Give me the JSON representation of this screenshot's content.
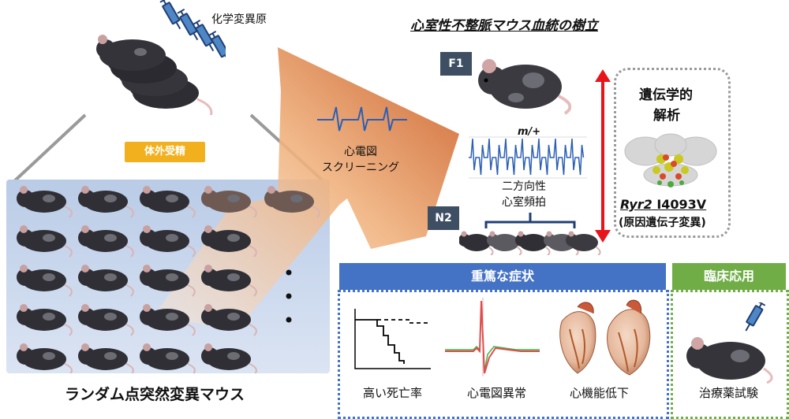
{
  "mutagen_label": "化学変異原",
  "ivf_label": "体外受精",
  "random_mice_caption": "ランダム点突然変異マウス",
  "ecg_screening": {
    "line1": "心電図",
    "line2": "スクリーニング"
  },
  "title": "心室性不整脈マウス血統の樹立",
  "f1_label": "F1",
  "n2_label": "N2",
  "genotype_label": "m/+",
  "arrhythmia": {
    "line1": "二方向性",
    "line2": "心室頻拍"
  },
  "genetic_analysis": {
    "line1": "遺伝学的",
    "line2": "解析"
  },
  "gene_name": "Ryr2",
  "mutation_name": " I4093V",
  "causal_gene": "(原因遺伝子変異)",
  "symptoms_header": "重篤な症状",
  "symptoms": {
    "mortality": "高い死亡率",
    "ecg_abnormal": "心電図異常",
    "cardiac_decline": "心機能低下"
  },
  "clinical_header": "臨床応用",
  "drug_testing": "治療薬試験",
  "colors": {
    "symptoms_header": "#4472c4",
    "clinical_header": "#70ad47",
    "ivf_badge": "#f2b01e",
    "arrow": "#d0601a",
    "double_arrow": "#e8141b",
    "gen_box": "#3e4e63"
  },
  "icons": [
    "syringe-icon",
    "mouse-icon",
    "ecg-trace-icon",
    "heart-icon",
    "protein-structure-icon"
  ]
}
